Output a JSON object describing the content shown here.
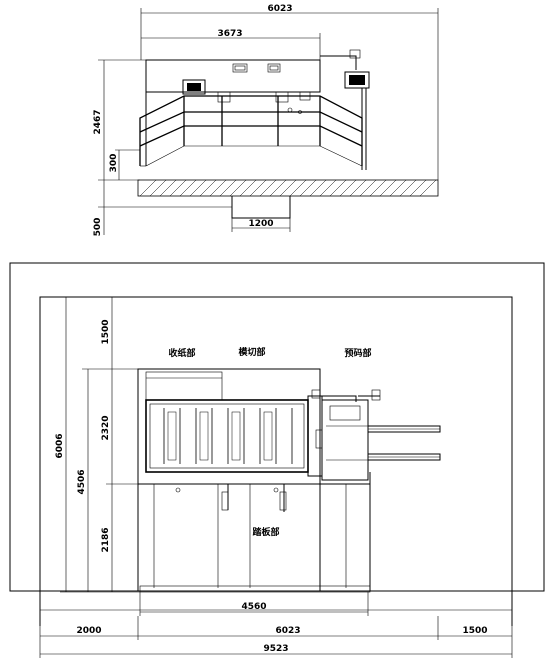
{
  "elevation": {
    "overall_width": "6023",
    "machine_width": "3673",
    "height": "2467",
    "platform_height": "300",
    "pit_depth": "500",
    "pit_width": "1200"
  },
  "plan": {
    "total_depth": "6006",
    "machine_depth": "4506",
    "top_clearance": "1500",
    "upper_section": "2320",
    "lower_section": "2186",
    "inner_length": "4560",
    "left_clearance": "2000",
    "overall_length": "6023",
    "right_clearance": "1500",
    "total_length": "9523",
    "label_delivery": "收纸部",
    "label_die_cut": "模切部",
    "label_feeder": "预码部",
    "label_pedal": "踏板部"
  }
}
